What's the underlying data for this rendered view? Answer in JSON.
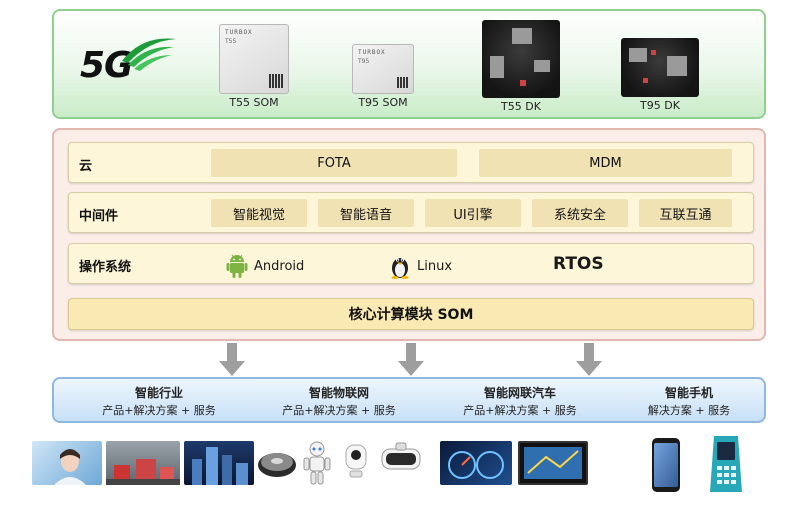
{
  "products": [
    {
      "label": "T55 SOM",
      "brand": "TURBOX",
      "model": "T55"
    },
    {
      "label": "T95 SOM",
      "brand": "TURBOX",
      "model": "T95"
    },
    {
      "label": "T55 DK"
    },
    {
      "label": "T95 DK"
    }
  ],
  "logo": {
    "text": "5G"
  },
  "cloud": {
    "label": "云",
    "items": [
      "FOTA",
      "MDM"
    ]
  },
  "middleware": {
    "label": "中间件",
    "items": [
      "智能视觉",
      "智能语音",
      "UI引擎",
      "系统安全",
      "互联互通"
    ]
  },
  "os": {
    "label": "操作系统",
    "items": [
      "Android",
      "Linux"
    ],
    "rtos": "RTOS"
  },
  "core": {
    "label": "核心计算模块 SOM"
  },
  "markets": [
    {
      "title": "智能行业",
      "sub": "产品+解决方案 + 服务"
    },
    {
      "title": "智能物联网",
      "sub": "产品+解决方案 + 服务"
    },
    {
      "title": "智能网联汽车",
      "sub": "产品+解决方案 + 服务"
    },
    {
      "title": "智能手机",
      "sub": "解决方案 + 服务"
    }
  ],
  "colors": {
    "top_border": "#8fd08f",
    "arch_border": "#e1b8b0",
    "market_border": "#8fb8de",
    "arrow": "#9e9e9e",
    "android_green": "#7cb342"
  }
}
